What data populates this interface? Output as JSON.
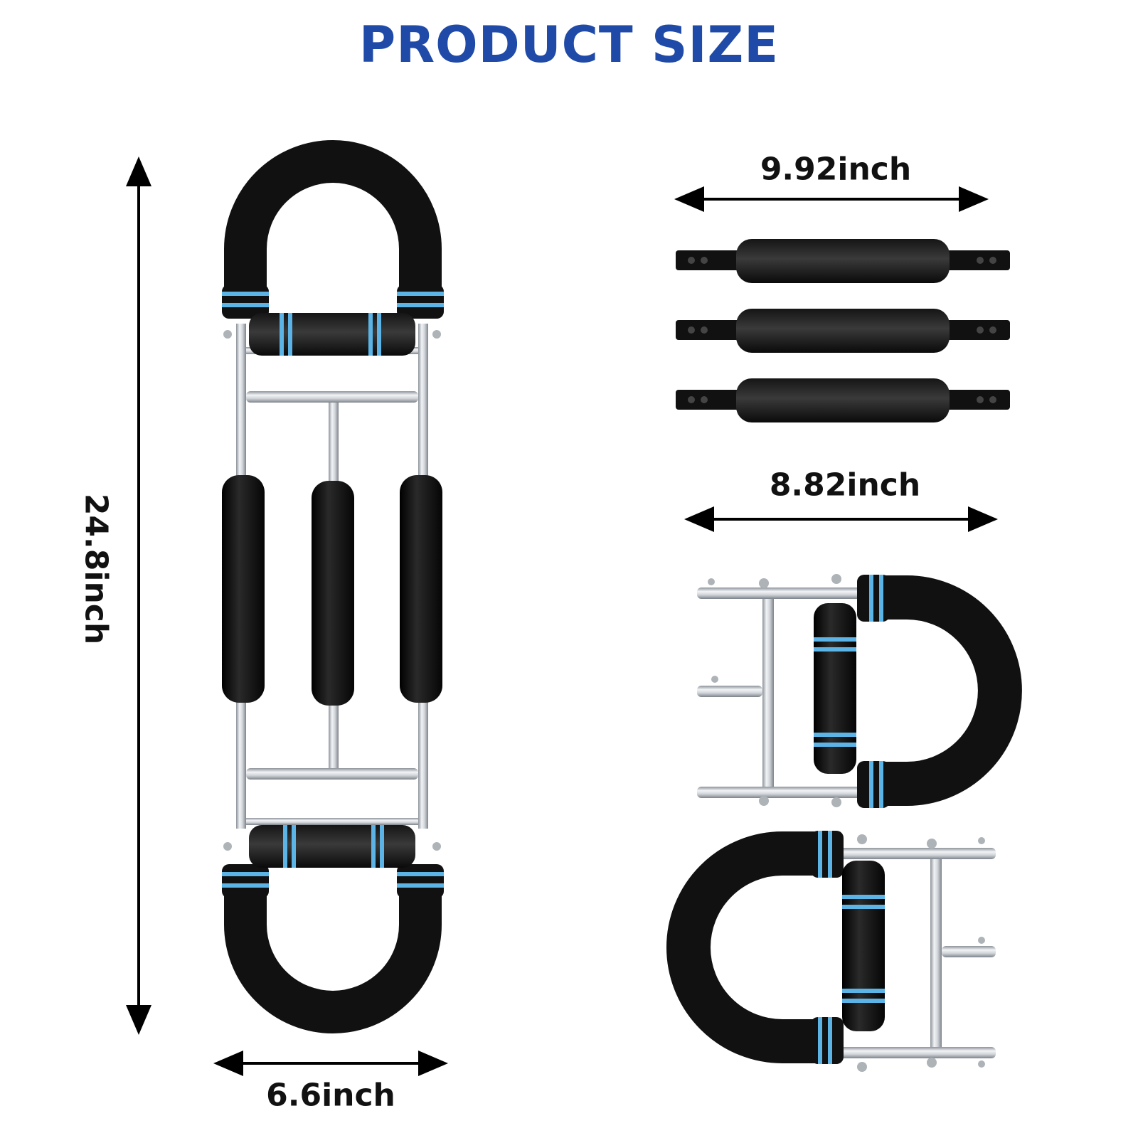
{
  "title": "PRODUCT SIZE",
  "dimensions": {
    "height": "24.8inch",
    "width": "6.6inch",
    "bar_length": "9.92inch",
    "handle_width": "8.82inch"
  },
  "colors": {
    "title": "#1f4aa8",
    "foam": "#111111",
    "accent_ring": "#5bb3e6",
    "steel": "#c9cdd2"
  }
}
